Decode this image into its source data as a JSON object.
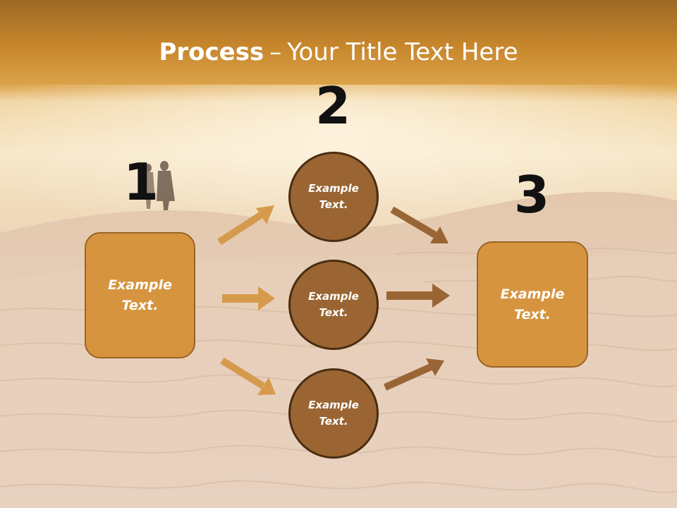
{
  "slide": {
    "title_bold": "Process",
    "title_separator": "–",
    "title_rest": "Your Title Text Here"
  },
  "steps": {
    "one": {
      "number": "1",
      "box_text": "Example\nText."
    },
    "two": {
      "number": "2",
      "circles": [
        "Example\nText.",
        "Example\nText.",
        "Example\nText."
      ]
    },
    "three": {
      "number": "3",
      "box_text": "Example\nText."
    }
  },
  "colors": {
    "header_band": "#a66e22",
    "box_fill": "#d6943f",
    "circle_fill": "#9a6532",
    "arrow_light": "#d69a4d",
    "arrow_dark": "#9a6535"
  }
}
